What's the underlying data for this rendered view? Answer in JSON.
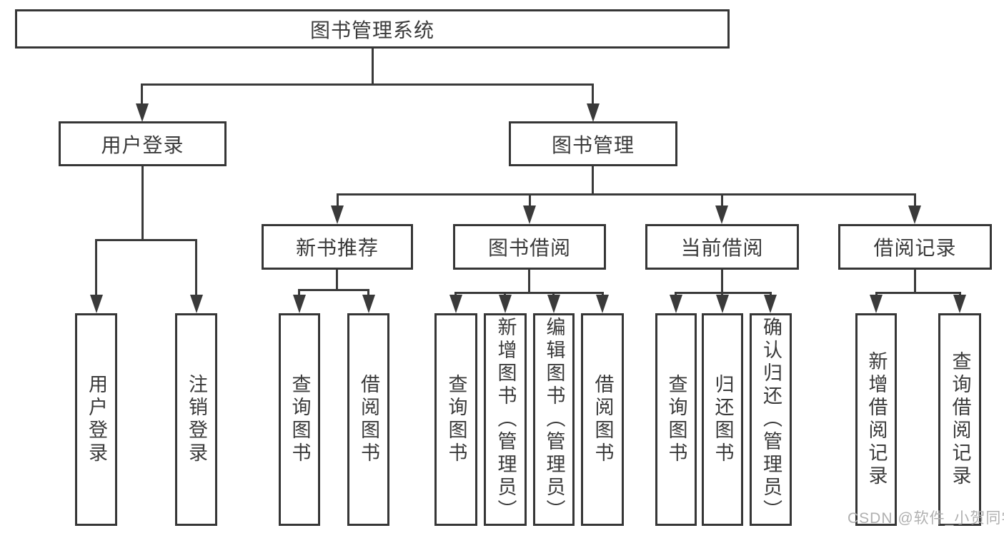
{
  "diagram": {
    "root": {
      "label": "图书管理系统"
    },
    "level2": [
      {
        "id": "user-login",
        "label": "用户登录"
      },
      {
        "id": "book-management",
        "label": "图书管理"
      }
    ],
    "level3": [
      {
        "id": "new-book-recommend",
        "label": "新书推荐"
      },
      {
        "id": "book-borrowing",
        "label": "图书借阅"
      },
      {
        "id": "current-borrowing",
        "label": "当前借阅"
      },
      {
        "id": "borrowing-records",
        "label": "借阅记录"
      }
    ],
    "leaves": [
      {
        "id": "user-login",
        "label": "用户登录",
        "parent": "用户登录"
      },
      {
        "id": "logout",
        "label": "注销登录",
        "parent": "用户登录"
      },
      {
        "id": "query-books-recommend",
        "label": "查询图书",
        "parent": "新书推荐"
      },
      {
        "id": "borrow-books-recommend",
        "label": "借阅图书",
        "parent": "新书推荐"
      },
      {
        "id": "query-books-borrowing",
        "label": "查询图书",
        "parent": "图书借阅"
      },
      {
        "id": "add-books-admin",
        "label": "新增图书（管理员）",
        "parent": "图书借阅"
      },
      {
        "id": "edit-books-admin",
        "label": "编辑图书（管理员）",
        "parent": "图书借阅"
      },
      {
        "id": "borrow-books",
        "label": "借阅图书",
        "parent": "图书借阅"
      },
      {
        "id": "query-books-current",
        "label": "查询图书",
        "parent": "当前借阅"
      },
      {
        "id": "return-books",
        "label": "归还图书",
        "parent": "当前借阅"
      },
      {
        "id": "confirm-return-admin",
        "label": "确认归还（管理员）",
        "parent": "当前借阅"
      },
      {
        "id": "add-borrow-record",
        "label": "新增借阅记录",
        "parent": "借阅记录"
      },
      {
        "id": "query-borrow-record",
        "label": "查询借阅记录",
        "parent": "借阅记录"
      }
    ]
  },
  "watermark": {
    "text": "CSDN @软件_小贺同学"
  },
  "colors": {
    "line": "#3a3a3a",
    "box_border": "#363636",
    "text": "#3a3a3a",
    "watermark": "#b0b0b0",
    "background": "#ffffff"
  }
}
